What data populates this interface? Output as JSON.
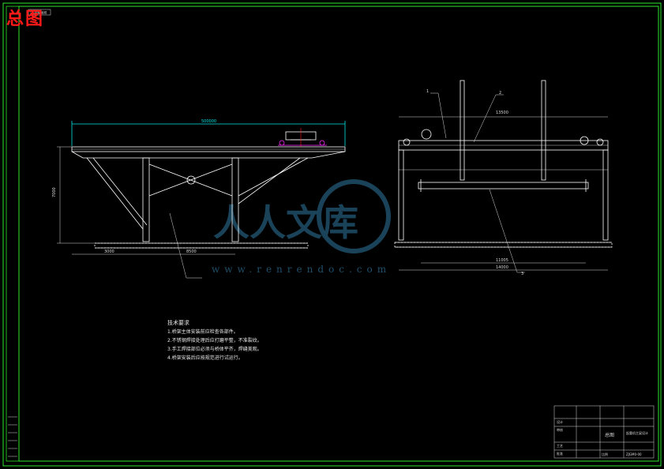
{
  "title_stamp": "总图",
  "small_tag": "总-装配图纸",
  "left_view": {
    "overall_length": "500000",
    "height_dim": "7000",
    "bottom_dims": [
      "3000",
      "8500"
    ]
  },
  "right_view": {
    "top_span": "13500",
    "inner_span": "11005",
    "outer_span": "14000",
    "callouts": [
      "1",
      "2",
      "3"
    ]
  },
  "tech_notes": {
    "title": "技术要求",
    "items": [
      "1.桥架主体安装前应检查各部件。",
      "2.不锈钢焊接处理后应打磨平整，不准裂纹。",
      "3.手工焊接部位必须与桥体平齐，焊缝美观。",
      "4.桥架安装后应按规范进行试运行。"
    ]
  },
  "watermark": {
    "text": "人人文库",
    "url": "www.renrendoc.com"
  },
  "title_block": {
    "drawing_name": "总图",
    "project": "起重机主梁设计",
    "company": "",
    "scale_label": "比例",
    "drawing_no": "ZJGM0-00",
    "rows": [
      "设计",
      "审核",
      "工艺",
      "批准"
    ]
  },
  "colors": {
    "frame": "#2ee62e",
    "line": "#ffffff",
    "dim": "#00e5e5",
    "accent": "#ff2aff",
    "red": "#ff1a1a",
    "watermark": "#1f4f6a"
  }
}
